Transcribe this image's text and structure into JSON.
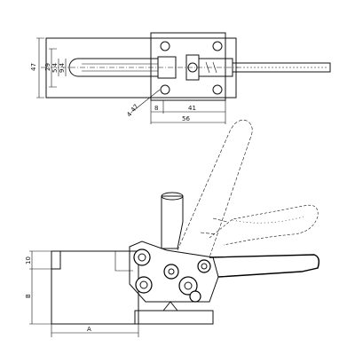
{
  "dimensions": {
    "d47": "47",
    "d29": "29",
    "d5_4": "5.4",
    "d9_4": "9.4",
    "d4_47": "4-47",
    "d8": "8",
    "d41": "41",
    "d56": "56",
    "d10": "10",
    "dB": "B",
    "dA": "A"
  }
}
